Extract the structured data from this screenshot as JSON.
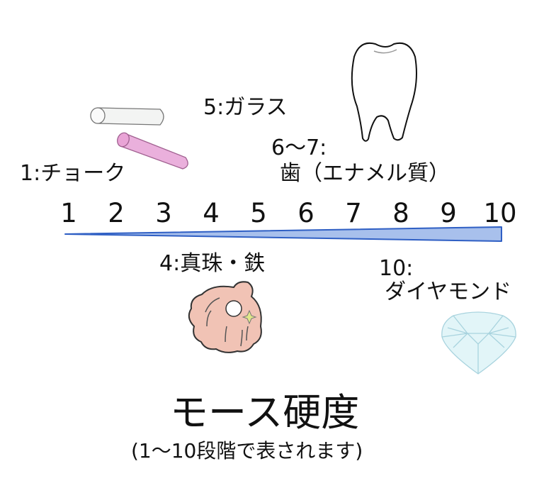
{
  "scale": {
    "numbers": [
      "1",
      "2",
      "3",
      "4",
      "5",
      "6",
      "7",
      "8",
      "9",
      "10"
    ],
    "accent_color": "#2f5fc4",
    "fill_color": "#a8c0ec"
  },
  "minerals": {
    "chalk": "1:チョーク",
    "glass": "5:ガラス",
    "tooth_prefix": "6〜7:",
    "tooth": "歯（エナメル質）",
    "pearl_iron": "4:真珠・鉄",
    "diamond_prefix": "10:",
    "diamond": "ダイヤモンド"
  },
  "title": "モース硬度",
  "subtitle": "(1〜10段階で表されます)"
}
